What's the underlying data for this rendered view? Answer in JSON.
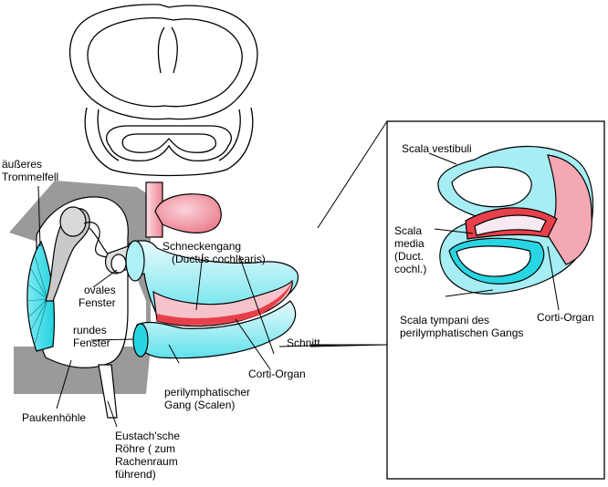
{
  "labels": {
    "outer_eardrum": [
      "äußeres",
      "Trommelfell"
    ],
    "oval_window": [
      "ovales",
      "Fenster"
    ],
    "round_window": [
      "rundes",
      "Fenster"
    ],
    "tympanic_cavity": "Paukenhöhle",
    "eustachian_tube": [
      "Eustach'sche",
      "Röhre ( zum",
      "Rachenraum",
      "führend)"
    ],
    "cochlear_duct": [
      "Schneckengang",
      "(Ductus cochlearis)"
    ],
    "perilymphatic_duct": [
      "perilymphatischer",
      "Gang (Scalen)"
    ],
    "corti_organ": "Corti-Organ",
    "section": "Schnitt"
  },
  "inset": {
    "scala_vestibuli": "Scala vestibuli",
    "scala_media": [
      "Scala",
      "media",
      "(Duct.",
      "cochl.)"
    ],
    "scala_tympani": [
      "Scala tympani des",
      "perilymphatischen Gangs"
    ],
    "corti_organ": "Corti-Organ"
  },
  "colors": {
    "canal": "#c8f4f8",
    "canal_dark": "#27d6e2",
    "membrane_red": "#e8404a",
    "pink": "#f08a9a",
    "bone_gray": "#9a9a9a",
    "outline": "#000000"
  }
}
